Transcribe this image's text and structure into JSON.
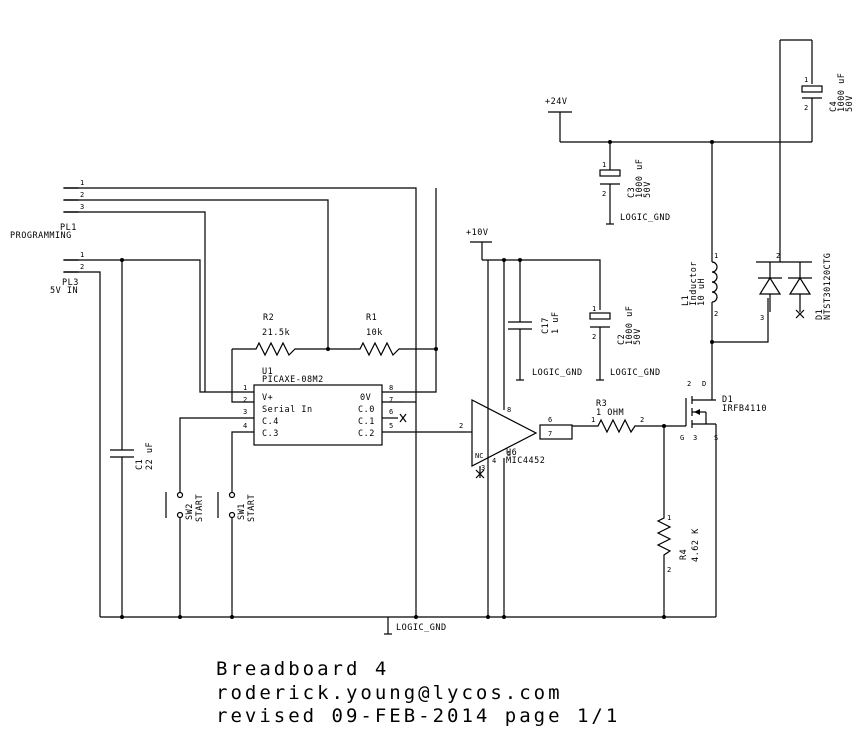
{
  "components": {
    "pl1": {
      "ref": "PL1",
      "name": "PROGRAMMING",
      "pins": [
        "1",
        "2",
        "3"
      ]
    },
    "pl3": {
      "ref": "PL3",
      "name": "5V IN",
      "pins": [
        "1",
        "2"
      ]
    },
    "r2": {
      "ref": "R2",
      "value": "21.5k"
    },
    "r1": {
      "ref": "R1",
      "value": "10k"
    },
    "u1": {
      "ref": "U1",
      "part": "PICAXE-08M2",
      "left_pins": [
        "V+",
        "Serial In",
        "C.4",
        "C.3"
      ],
      "left_nums": [
        "1",
        "2",
        "3",
        "4"
      ],
      "right_pins": [
        "0V",
        "C.0",
        "C.1",
        "C.2"
      ],
      "right_nums": [
        "8",
        "7",
        "6",
        "5"
      ]
    },
    "c1": {
      "ref": "C1",
      "value": "22 uF"
    },
    "sw2": {
      "ref": "SW2",
      "name": "START"
    },
    "sw1": {
      "ref": "SW1",
      "name": "START"
    },
    "u6": {
      "ref": "U6",
      "part": "MIC4452",
      "pins": {
        "in": "2",
        "vs": "8",
        "out1": "6",
        "out2": "7",
        "nc": "NC",
        "p3": "3",
        "p4": "4",
        "p5": "5"
      }
    },
    "c17": {
      "ref": "C17",
      "value": "1 uF"
    },
    "c2": {
      "ref": "C2",
      "value": "1000 uF",
      "voltage": "50V"
    },
    "c3": {
      "ref": "C3",
      "value": "1000 uF",
      "voltage": "50V"
    },
    "c4": {
      "ref": "C4",
      "value": "1000 uF",
      "voltage": "50V"
    },
    "r3": {
      "ref": "R3",
      "value": "1 OHM"
    },
    "r4": {
      "ref": "R4",
      "value": "4.62 K"
    },
    "l1": {
      "ref": "L1",
      "name": "Inductor",
      "value": "10 uH"
    },
    "d1": {
      "ref": "D1",
      "part": "NTST30120CTG"
    },
    "q1": {
      "ref": "D1",
      "part": "IRFB4110",
      "pins": [
        "D",
        "G",
        "S"
      ]
    }
  },
  "nets": {
    "plus24": "+24V",
    "plus10": "+10V",
    "logic_gnd": "LOGIC_GND"
  },
  "pin_numbers": [
    "1",
    "2",
    "3"
  ],
  "title_block": {
    "line1": "Breadboard 4",
    "line2": "roderick.young@lycos.com",
    "line3": "revised 09-FEB-2014 page 1/1"
  }
}
